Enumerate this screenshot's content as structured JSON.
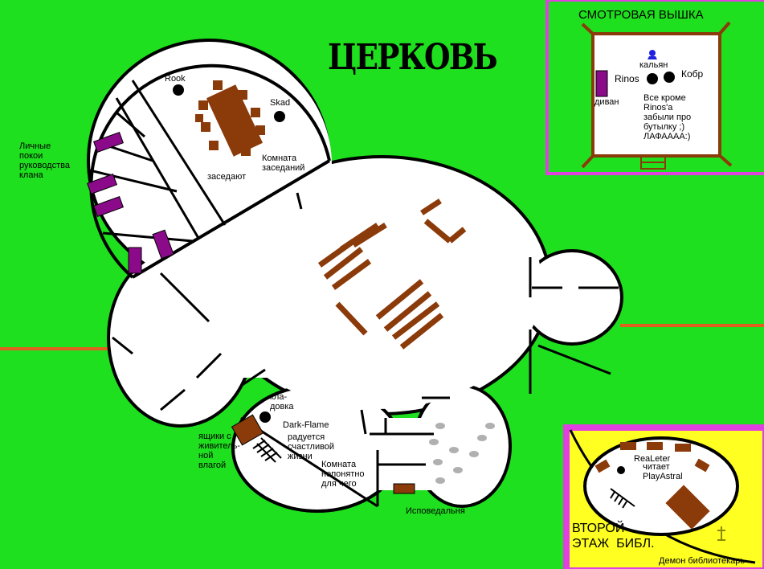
{
  "colors": {
    "grass": "#1ee01e",
    "floor": "#ffffff",
    "wall": "#000000",
    "furniture": "#8b3a0a",
    "sofa": "#8a0a8a",
    "border": "#e040e0",
    "library_bg": "#ffff22",
    "road": "#e06020",
    "stone": "#b0b0b0"
  },
  "title": "ЦЕРКОВЬ",
  "tower": {
    "title": "СМОТРОВАЯ ВЫШКА",
    "hookah": "кальян",
    "rinos": "Rinos",
    "kobr": "Кобр",
    "sofa": "диван",
    "note": "Все кроме\nRinos'a\nзабыли про\nбутылку ;)\nЛАФАААА:)"
  },
  "church": {
    "rook": "Rook",
    "skad": "Skad",
    "council_room": "Комната\nзаседаний",
    "meeting": "заседают",
    "quarters": "Личные\nпокои\nруководства\nклана",
    "storeroom": "кла-\nдовка",
    "dark_flame": "Dark-Flame",
    "dark_flame_note": "радуется\nсчастливой\nжизни",
    "crates": "ящики с\nживитель-\nной\nвлагой",
    "unclear_room": "Комната\nнепонятно\nдля чего",
    "confessional": "Исповедальня"
  },
  "library": {
    "title": "ВТОРОЙ\nЭТАЖ  БИБЛ.",
    "reader": "ReaLeter",
    "reading": "читает\nPlayAstral",
    "demon": "Демон библиотекарь"
  }
}
